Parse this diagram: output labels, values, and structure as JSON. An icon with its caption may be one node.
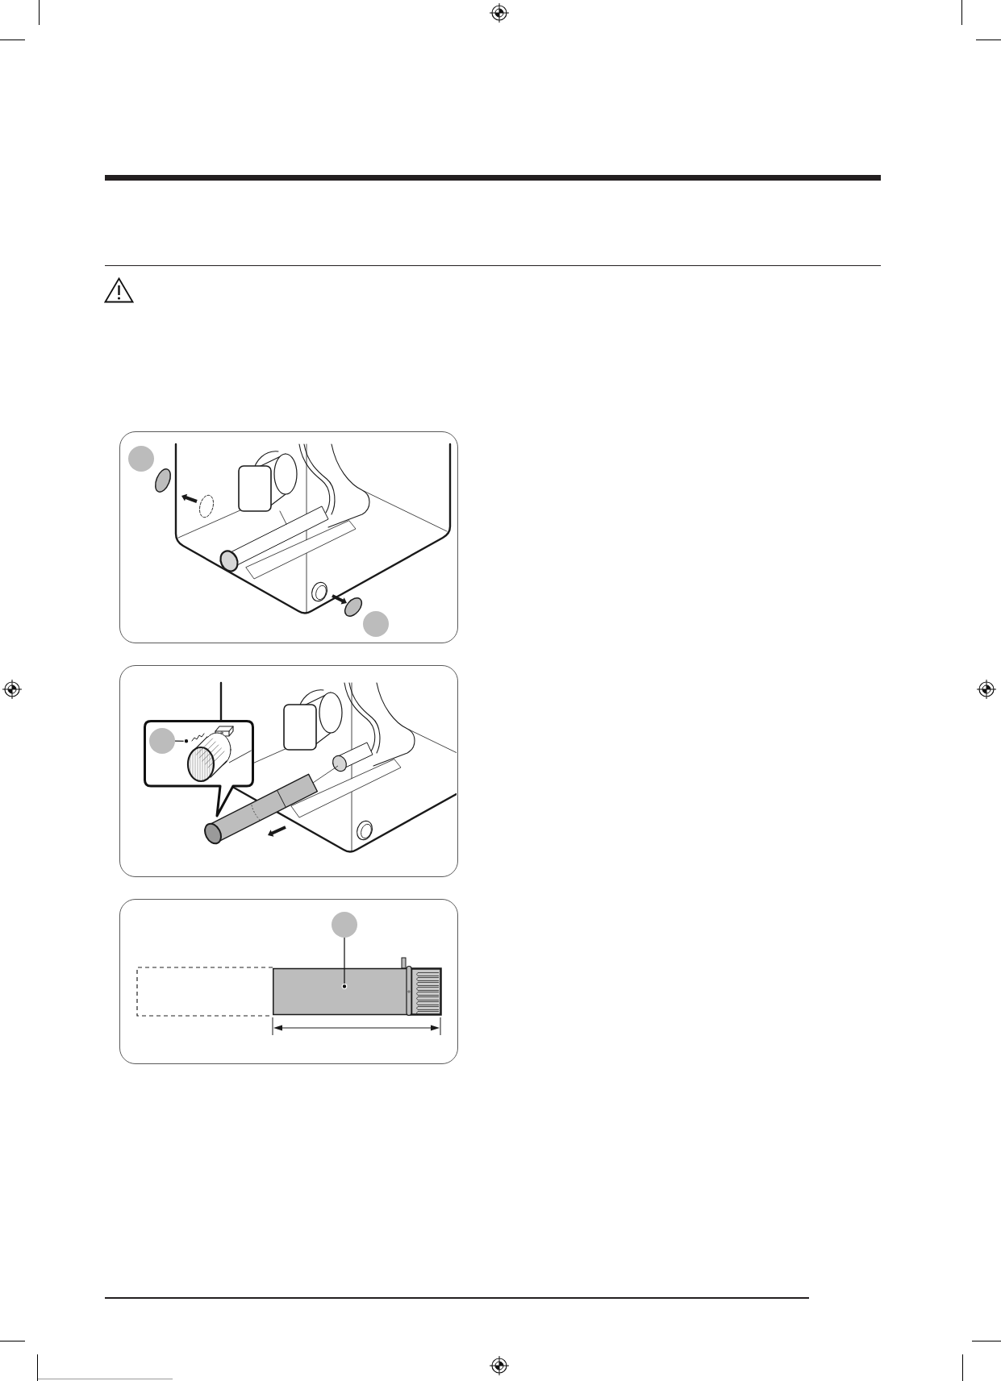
{
  "diagram": {
    "nodes": [
      {
        "text": [],
        "shape": "box"
      },
      {
        "text": [],
        "shape": "circle",
        "in": 0
      },
      {
        "text": [],
        "shape": "circle",
        "in": 0
      },
      {
        "text": [],
        "shape": "box"
      },
      {
        "text": [],
        "shape": "callout",
        "in": 3
      },
      {
        "text": [],
        "shape": "circle",
        "in": 4
      },
      {
        "text": [],
        "shape": "picture",
        "in": 4
      },
      {
        "text": [],
        "shape": "box"
      },
      {
        "text": [],
        "shape": "circle",
        "in": 7
      },
      {
        "text": [],
        "shape": "box",
        "in": 7
      }
    ],
    "edges": [
      {
        "from": 5,
        "to": 6,
        "arrow": "other"
      },
      {
        "from": 8,
        "to": 9,
        "arrow": "other"
      }
    ]
  }
}
